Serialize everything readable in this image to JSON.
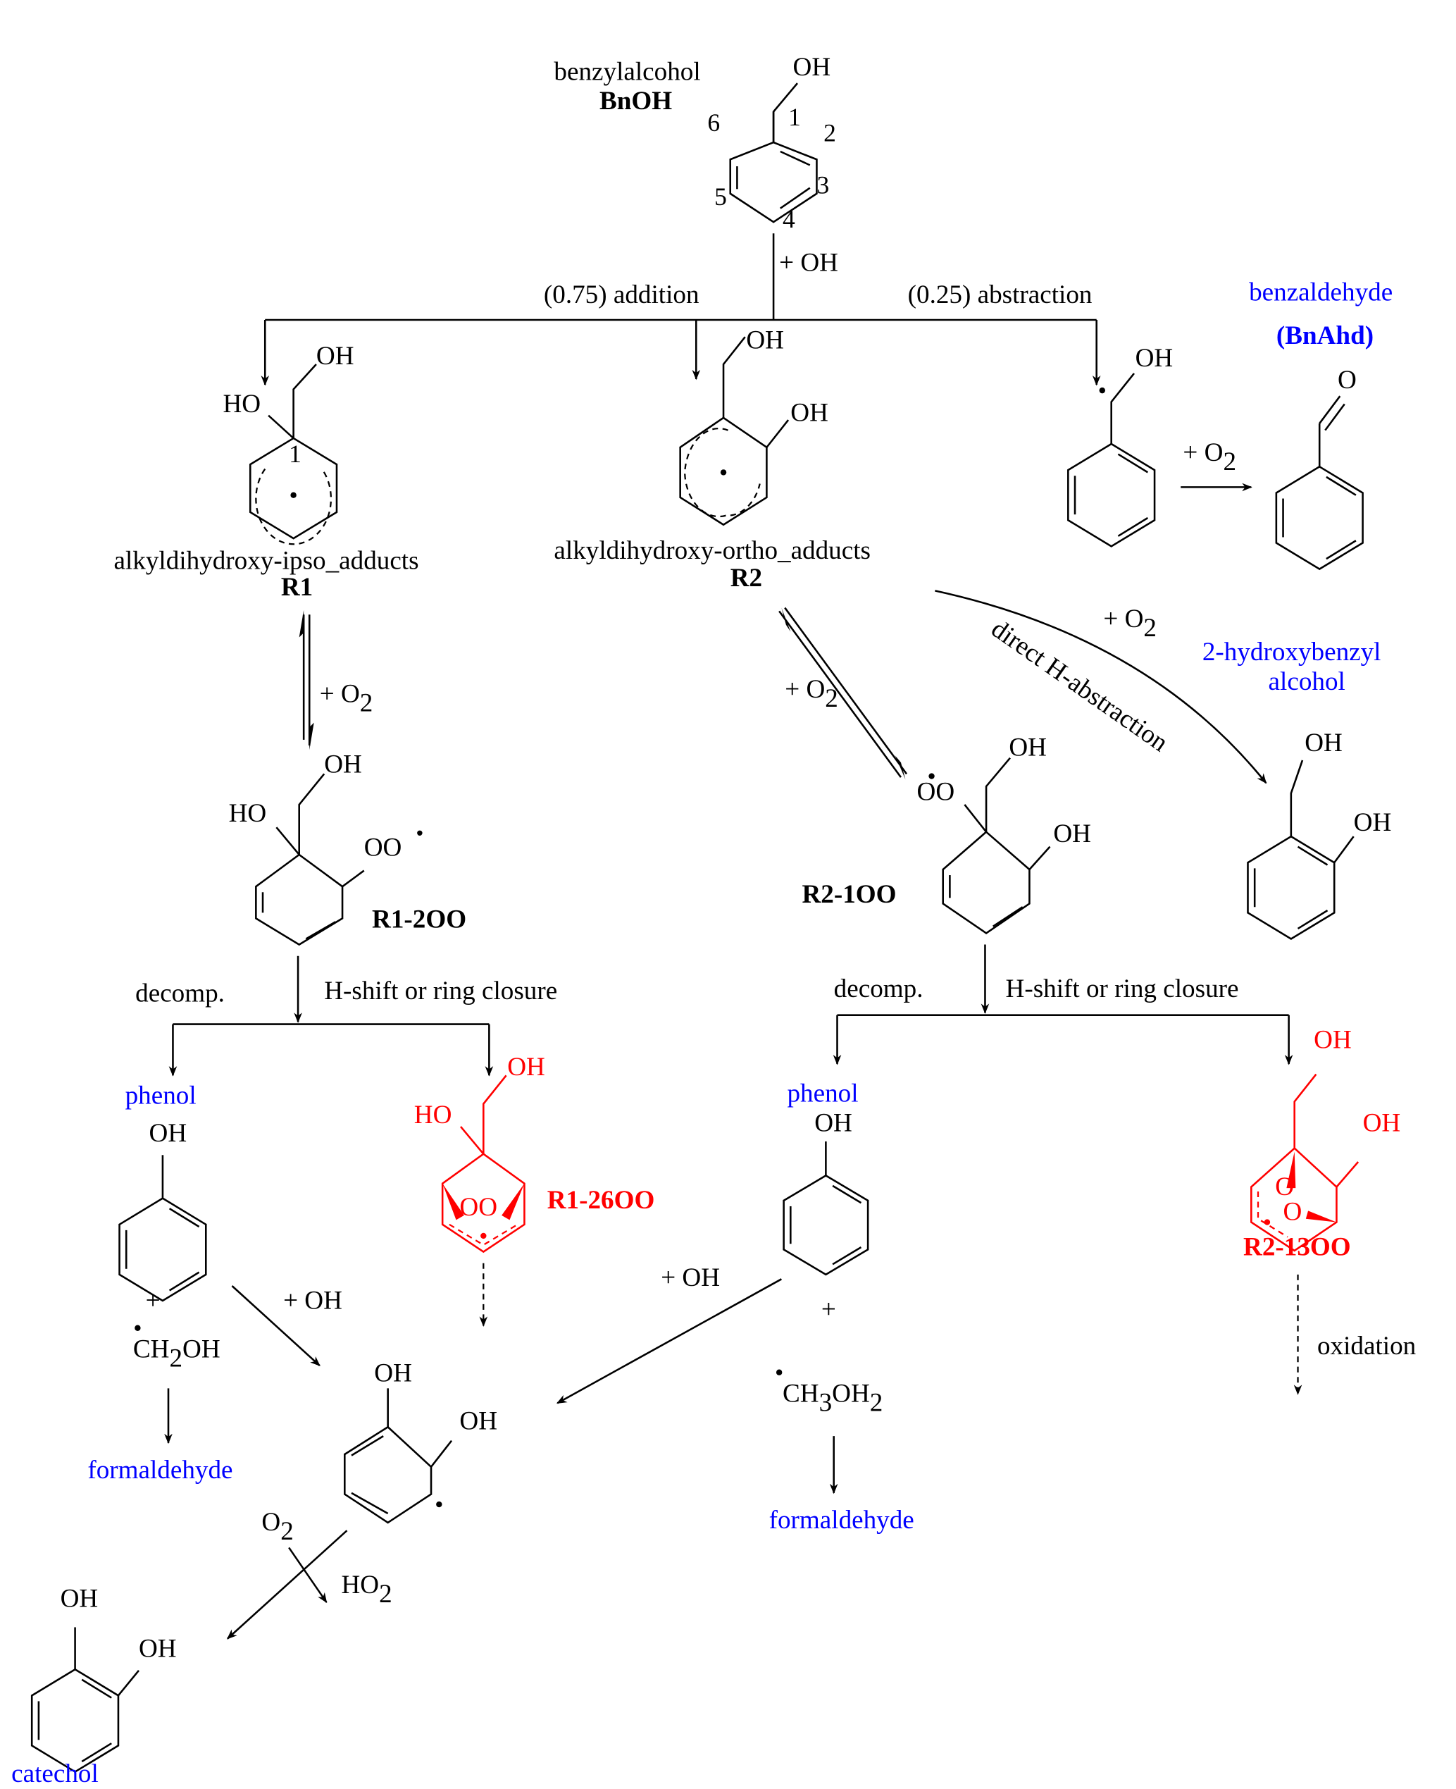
{
  "colors": {
    "product": "#0000ff",
    "highlight": "#ff0000",
    "ink": "#000000"
  },
  "start": {
    "name": "benzylalcohol",
    "abbr": "BnOH",
    "oh": "OH",
    "positions": [
      "1",
      "2",
      "3",
      "4",
      "5",
      "6"
    ]
  },
  "reaction": {
    "reagent": "+ OH",
    "addition_label": "(0.75) addition",
    "abstraction_label": "(0.25) abstraction",
    "addition_branching": 0.75,
    "abstraction_branching": 0.25
  },
  "r1": {
    "oh_top": "OH",
    "ho_left": "HO",
    "pos_label": "1",
    "name_prefix": "alkyldihydroxy-",
    "name_italic": "ipso",
    "name_suffix": "_adducts",
    "id": "R1"
  },
  "r2": {
    "oh_top": "OH",
    "oh_ring": "OH",
    "name_prefix": "alkyldihydroxy-",
    "name_italic": "ortho",
    "name_suffix": "_adducts",
    "id": "R2"
  },
  "abstraction_radical": {
    "oh": "OH"
  },
  "benzaldehyde": {
    "name": "benzaldehyde",
    "abbr": "(BnAhd)",
    "o": "O",
    "reagent_plus": "+ O",
    "reagent_sub": "2"
  },
  "r1_o2": {
    "plus": "+ O",
    "sub": "2"
  },
  "r2_o2": {
    "plus": "+ O",
    "sub": "2"
  },
  "direct": {
    "label": "direct H-abstraction",
    "plus": "+ O",
    "sub": "2",
    "product_name_line1": "2-hydroxybenzyl",
    "product_name_line2": "alcohol",
    "oh_top": "OH",
    "oh_ring": "OH"
  },
  "r1_2oo": {
    "oh_top": "OH",
    "ho_left": "HO",
    "oo": "OO",
    "radical": "•",
    "id": "R1-2OO",
    "decomp": "decomp.",
    "hshift": "H-shift or ring closure"
  },
  "r2_1oo": {
    "oo": "OO",
    "oh_top": "OH",
    "oh_ring": "OH",
    "id": "R2-1OO",
    "decomp": "decomp.",
    "hshift": "H-shift or ring closure"
  },
  "left_decomp": {
    "phenol": "phenol",
    "oh": "OH",
    "plus": "+",
    "radical_pre": "CH",
    "radical_sub": "2",
    "radical_post": "OH",
    "product": "formaldehyde",
    "oh_attack": "+ OH"
  },
  "r1_26oo": {
    "oh_top": "OH",
    "ho_left": "HO",
    "oo": "OO",
    "id": "R1-26OO"
  },
  "right_decomp": {
    "phenol": "phenol",
    "oh": "OH",
    "plus": "+",
    "oh_attack": "+ OH",
    "radical_pre": "CH",
    "radical_sub1": "3",
    "radical_mid": "OH",
    "radical_sub2": "2",
    "product": "formaldehyde"
  },
  "r2_13oo": {
    "oh_top": "OH",
    "oh_ring": "OH",
    "o1": "O",
    "o2": "O",
    "id": "R2-13OO",
    "oxidation": "oxidation"
  },
  "dihydroxy_radical": {
    "oh_top": "OH",
    "oh_ring": "OH"
  },
  "final_step": {
    "o2": "O",
    "o2_sub": "2",
    "ho2": "HO",
    "ho2_sub": "2"
  },
  "catechol": {
    "oh_top": "OH",
    "oh_ring": "OH",
    "name": "catechol"
  }
}
